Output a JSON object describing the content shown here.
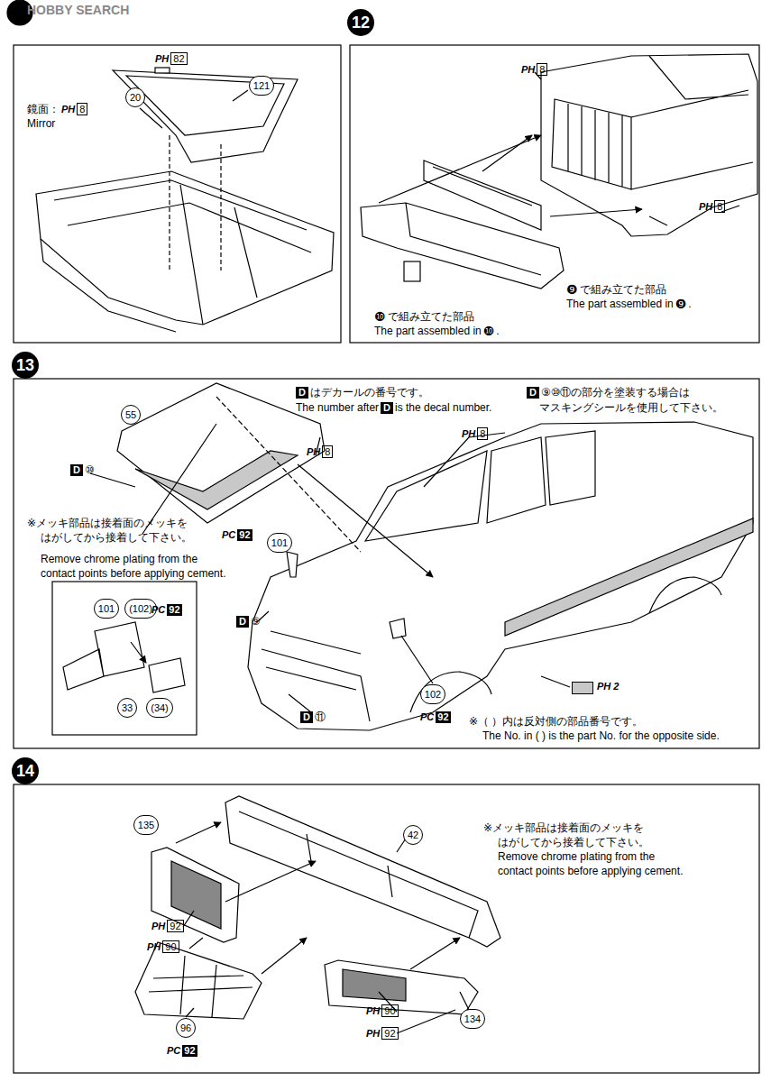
{
  "diagram": {
    "nodes": [
      {
        "text": [
          "20"
        ]
      },
      {
        "text": [
          "121"
        ]
      },
      {
        "text": [
          "12"
        ]
      },
      {
        "text": [
          "13"
        ]
      },
      {
        "text": [
          "55"
        ]
      },
      {
        "text": [
          "101"
        ]
      },
      {
        "text": [
          "101"
        ]
      },
      {
        "text": [
          "(102)"
        ]
      },
      {
        "text": [
          "102"
        ]
      },
      {
        "text": [
          "33"
        ]
      },
      {
        "text": [
          "(34)"
        ]
      },
      {
        "text": [
          "14"
        ]
      },
      {
        "text": [
          "135"
        ]
      },
      {
        "text": [
          "42"
        ]
      },
      {
        "text": [
          "96"
        ]
      },
      {
        "text": [
          "134"
        ]
      }
    ],
    "labels": [
      "HOBBY SEARCH",
      "PH",
      "82",
      "鏡面：",
      "PH",
      "8",
      "Mirror",
      "PH",
      "8",
      "PH",
      "8",
      "❾",
      "で組み立てた部品",
      "The part assembled in",
      "❾",
      ".",
      "❿",
      "で組み立てた部品",
      "The part assembled in",
      "❿",
      ".",
      "D",
      "はデカールの番号です。",
      "The number after",
      "D",
      "is the decal number.",
      "D",
      "⑨⑩⑪の部分を塗装する場合は",
      "マスキングシールを使用して下さい。",
      "PH",
      "8",
      "PH",
      "8",
      "D",
      "⑩",
      "※メッキ部品は接着面のメッキを",
      "はがしてから接着して下さい。",
      "Remove chrome plating from the",
      "contact points before applying cement.",
      "PC",
      "92",
      "PC",
      "92",
      "D",
      "⑨",
      "D",
      "⑪",
      "PC",
      "92",
      "※（ ）内は反対側の部品番号です。",
      "The No. in ( ) is the part No. for the opposite side.",
      "※メッキ部品は接着面のメッキを",
      "はがしてから接着して下さい。",
      "Remove chrome plating from the",
      "contact points before applying cement.",
      "PH",
      "92",
      "PH",
      "90",
      "PC",
      "92",
      "PH",
      "90",
      "PH",
      "92"
    ],
    "legend": [
      {
        "text": "PH 2",
        "color": "#c8c8c8"
      }
    ]
  }
}
